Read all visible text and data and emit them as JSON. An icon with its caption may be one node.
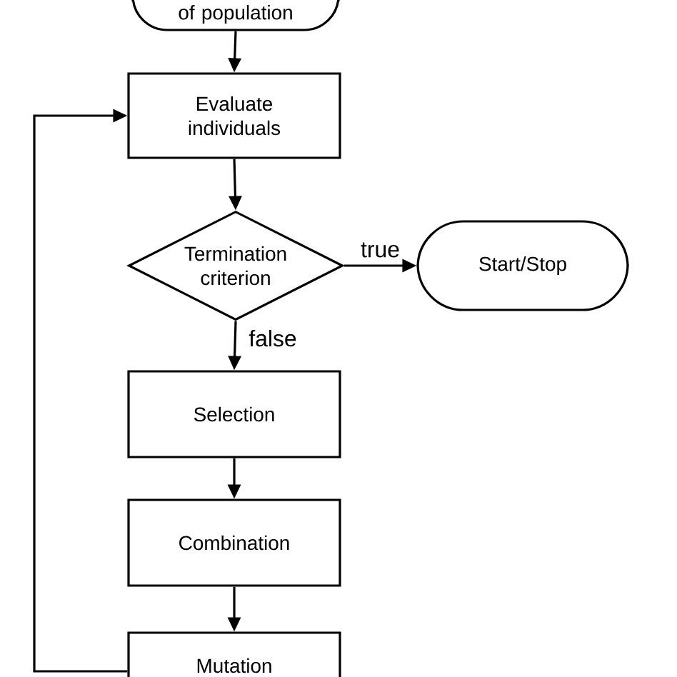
{
  "diagram": {
    "nodes": [
      {
        "text": [
          "of population"
        ]
      },
      {
        "text": [
          "Evaluate individuals"
        ]
      },
      {
        "text": [
          "Termination criterion"
        ]
      },
      {
        "text": [
          "Start/Stop"
        ]
      },
      {
        "text": [
          "Selection"
        ]
      },
      {
        "text": [
          "Combination"
        ]
      },
      {
        "text": [
          "Mutation"
        ]
      }
    ],
    "edges": [
      {
        "from": 0,
        "to": 1,
        "arrow": "to"
      },
      {
        "from": 1,
        "to": 2,
        "arrow": "to"
      },
      {
        "from": 2,
        "to": 3,
        "arrow": "to",
        "label": "true"
      },
      {
        "from": 2,
        "to": 4,
        "arrow": "to",
        "label": "false"
      },
      {
        "from": 4,
        "to": 5,
        "arrow": "to"
      },
      {
        "from": 5,
        "to": 6,
        "arrow": "to"
      },
      {
        "from": 6,
        "to": 1,
        "arrow": "to"
      }
    ]
  }
}
